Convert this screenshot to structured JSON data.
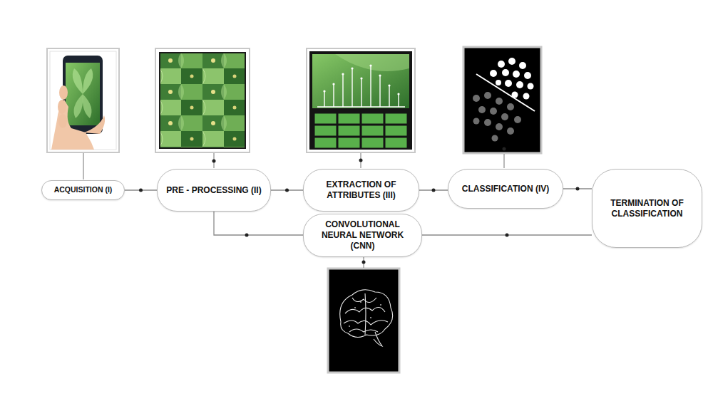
{
  "diagram": {
    "nodes": [
      {
        "text": [
          "ACQUISITION (I)"
        ]
      },
      {
        "text": [
          "PRE - PROCESSING (II)"
        ]
      },
      {
        "text": [
          "EXTRACTION OF ATTRIBUTES (III)"
        ]
      },
      {
        "text": [
          "CLASSIFICATION (IV)"
        ]
      },
      {
        "text": [
          "TERMINATION OF CLASSIFICATION"
        ]
      },
      {
        "text": [
          "CONVOLUTIONAL NEURAL NETWORK (CNN)"
        ]
      }
    ],
    "edges": [
      {
        "from": 0,
        "to": 1,
        "arrow": "none"
      },
      {
        "from": 1,
        "to": 2,
        "arrow": "none"
      },
      {
        "from": 2,
        "to": 3,
        "arrow": "none"
      },
      {
        "from": 3,
        "to": 4,
        "arrow": "none"
      },
      {
        "from": 1,
        "to": 5,
        "arrow": "none"
      },
      {
        "from": 5,
        "to": 4,
        "arrow": "none"
      }
    ]
  }
}
